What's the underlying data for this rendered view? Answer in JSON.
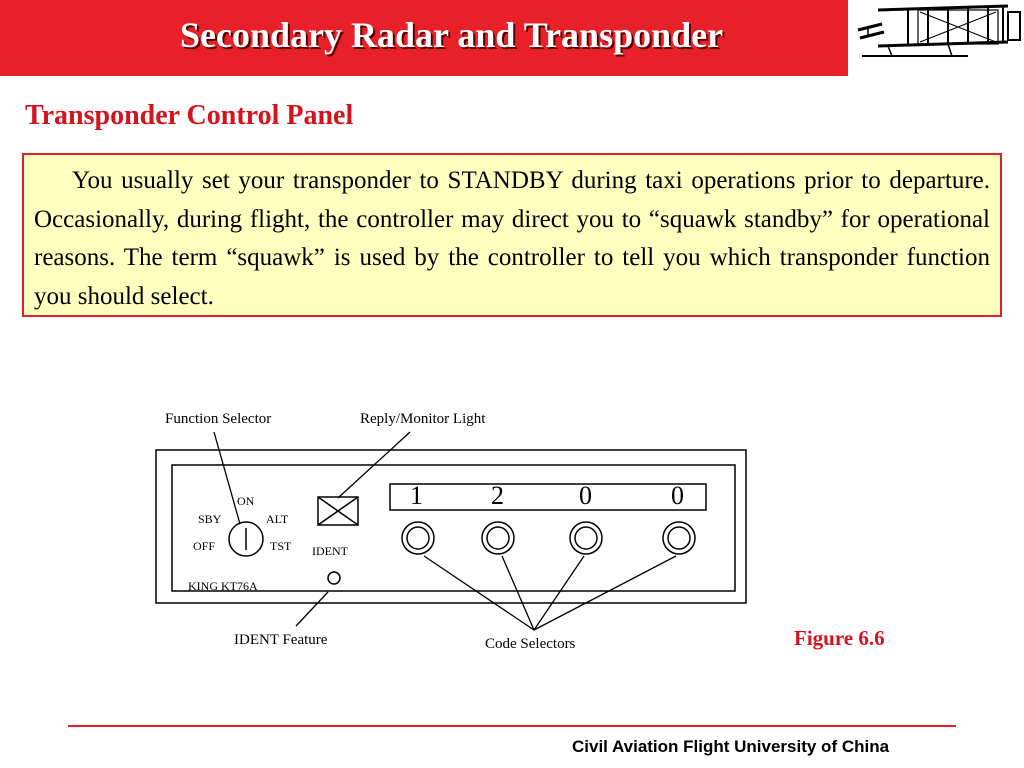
{
  "header": {
    "title": "Secondary Radar and Transponder",
    "background_color": "#e8202a",
    "logo_icon": "biplane-logo-icon"
  },
  "section": {
    "title": "Transponder Control Panel"
  },
  "body_text": "You usually set your transponder to STANDBY during taxi operations prior to departure. Occasionally, during flight, the controller may direct you to “squawk standby” for operational reasons. The term “squawk” is used by the controller to tell you which transponder function you should select.",
  "figure": {
    "callouts": {
      "function_selector": "Function Selector",
      "reply_monitor_light": "Reply/Monitor Light",
      "ident_feature": "IDENT Feature",
      "code_selectors": "Code Selectors"
    },
    "panel": {
      "model": "KING KT76A",
      "ident_label": "IDENT",
      "selector_positions": {
        "on": "ON",
        "sby": "SBY",
        "alt": "ALT",
        "off": "OFF",
        "tst": "TST"
      },
      "code_digits": [
        "1",
        "2",
        "0",
        "0"
      ]
    },
    "caption": "Figure 6.6"
  },
  "footer": {
    "text": "Civil Aviation Flight University of China",
    "accent_color": "#e0202a"
  }
}
